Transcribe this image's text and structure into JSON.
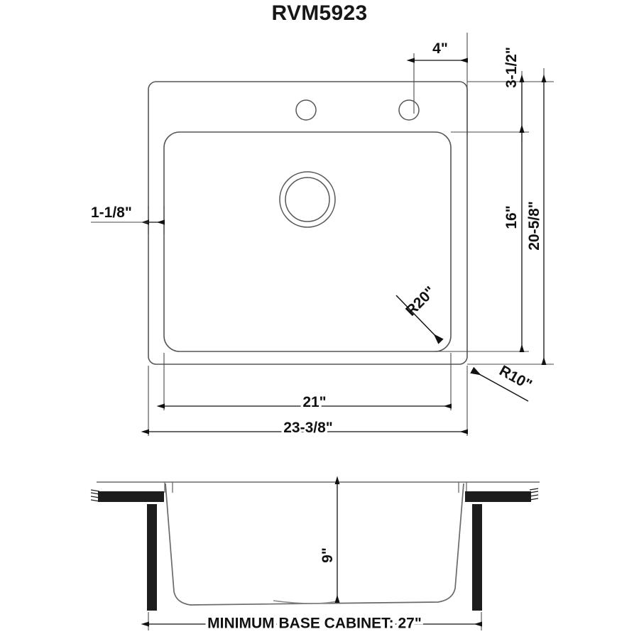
{
  "page": {
    "title": "RVM5923",
    "background_color": "#ffffff",
    "line_color": "#555555",
    "dim_color": "#111111"
  },
  "top_view": {
    "name": "sink-top-view",
    "dimensions": {
      "faucet_hole_spacing": "4\"",
      "rim_to_basin_top": "3-1/2\"",
      "basin_height": "16\"",
      "overall_height": "20-5/8\"",
      "rim_width_left": "1-1/8\"",
      "basin_corner_radius": "R20\"",
      "rim_corner_radius": "R10\"",
      "basin_width": "21\"",
      "overall_width": "23-3/8\""
    },
    "features": {
      "faucet_hole_left": "faucet-hole",
      "faucet_hole_right": "faucet-hole",
      "drain": "drain-opening"
    }
  },
  "section_view": {
    "name": "sink-section-view",
    "dimensions": {
      "bowl_depth": "9\"",
      "minimum_base_cabinet": "MINIMUM BASE CABINET: 27\""
    },
    "features": {
      "countertop_left": "countertop-hatch",
      "countertop_right": "countertop-hatch",
      "cabinet_wall_left": "cabinet-wall",
      "cabinet_wall_right": "cabinet-wall"
    }
  }
}
